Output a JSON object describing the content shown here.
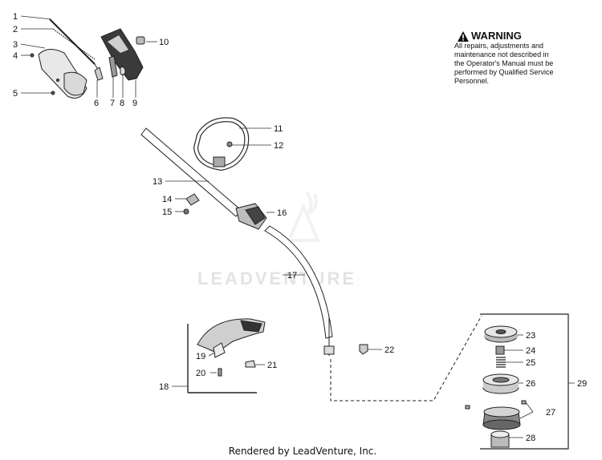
{
  "warning": {
    "title": "WARNING",
    "line1": "All repairs, adjustments and",
    "line2": "maintenance not described in",
    "line3": "the Operator's Manual must be",
    "line4": "performed by Qualified Service",
    "line5": "Personnel."
  },
  "watermark": "LEADVENTURE",
  "footer": "Rendered by LeadVenture, Inc.",
  "callouts": [
    "1",
    "2",
    "3",
    "4",
    "5",
    "6",
    "7",
    "8",
    "9",
    "10",
    "11",
    "12",
    "13",
    "14",
    "15",
    "16",
    "17",
    "18",
    "19",
    "20",
    "21",
    "22",
    "23",
    "24",
    "25",
    "26",
    "27",
    "28",
    "29"
  ]
}
